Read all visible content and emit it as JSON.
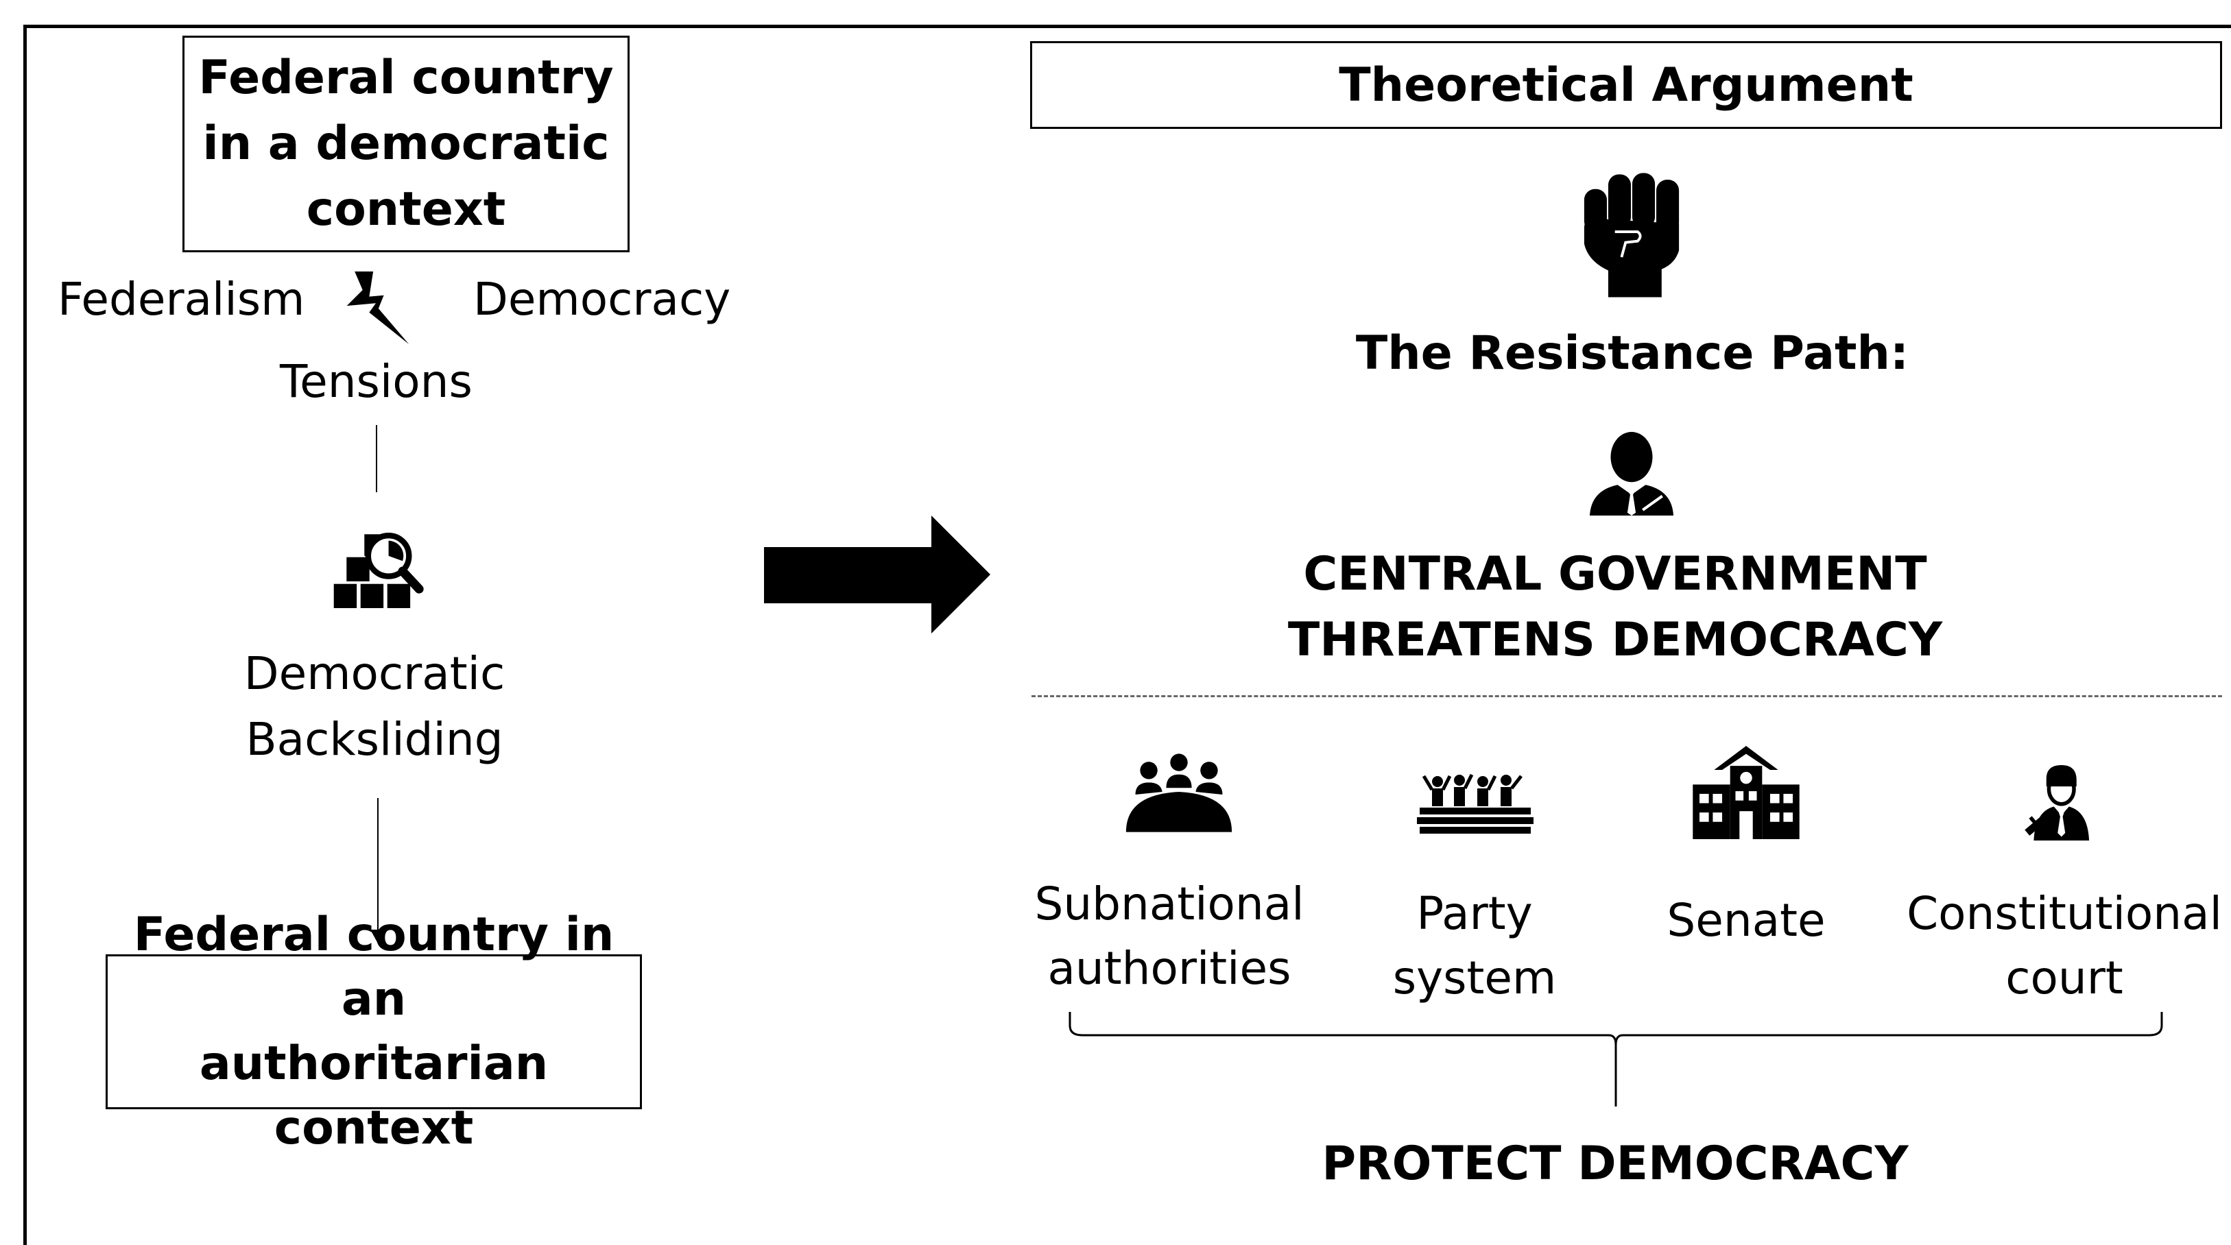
{
  "left": {
    "top_box": [
      "Federal country",
      "in a democratic",
      "context"
    ],
    "federalism": "Federalism",
    "democracy": "Democracy",
    "tensions": "Tensions",
    "backsliding": [
      "Democratic",
      "Backsliding"
    ],
    "bottom_box": [
      "Federal country in an",
      "authoritarian context"
    ]
  },
  "right": {
    "title": "Theoretical Argument",
    "path": "The Resistance Path:",
    "threat": [
      "CENTRAL GOVERNMENT",
      "THREATENS DEMOCRACY"
    ],
    "actors": [
      {
        "label": [
          "Subnational",
          "authorities"
        ],
        "icon": "group-meeting-icon"
      },
      {
        "label": [
          "Party",
          "system"
        ],
        "icon": "party-rally-icon"
      },
      {
        "label": [
          "Senate"
        ],
        "icon": "senate-building-icon"
      },
      {
        "label": [
          "Constitutional",
          "court"
        ],
        "icon": "judge-icon"
      }
    ],
    "outcome": "PROTECT DEMOCRACY"
  }
}
